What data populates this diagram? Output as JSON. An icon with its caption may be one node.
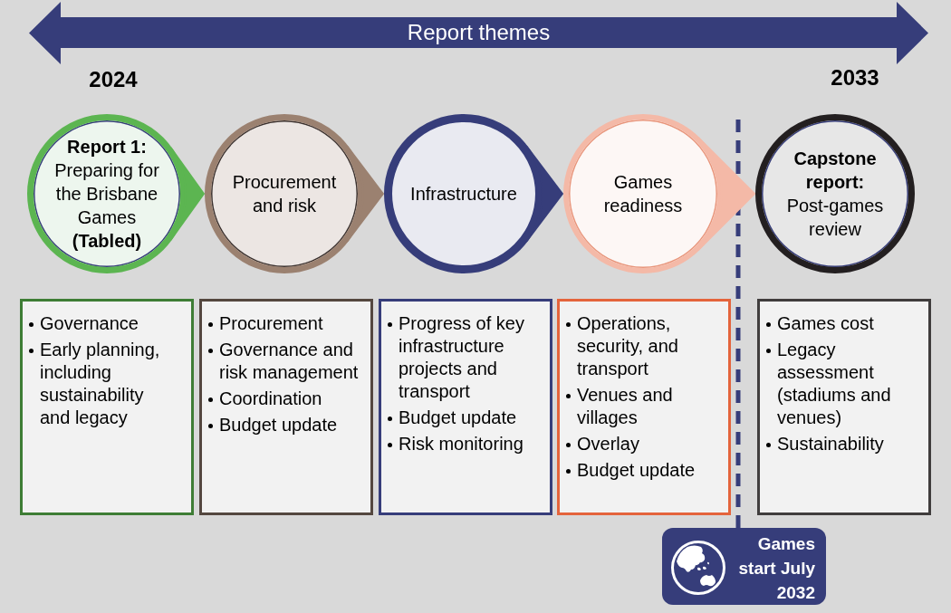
{
  "diagram": {
    "nodes": [
      {
        "text": [
          "Report themes"
        ]
      },
      {
        "text": [
          "Report 1:",
          "Preparing for the Brisbane Games",
          "(Tabled)"
        ]
      },
      {
        "text": [
          "Procurement and risk"
        ]
      },
      {
        "text": [
          "Infrastructure"
        ]
      },
      {
        "text": [
          "Games readiness"
        ]
      },
      {
        "text": [
          "Capstone report:",
          "Post-games review"
        ]
      },
      {
        "text": [
          "Governance",
          "Early planning, including sustainability and legacy"
        ]
      },
      {
        "text": [
          "Procurement",
          "Governance and risk management",
          "Coordination",
          "Budget update"
        ]
      },
      {
        "text": [
          "Progress of key infrastructure projects and transport",
          "Budget update",
          "Risk monitoring"
        ]
      },
      {
        "text": [
          "Operations, security, and transport",
          "Venues and villages",
          "Overlay",
          "Budget update"
        ]
      },
      {
        "text": [
          "Games cost",
          "Legacy assessment (stadiums and venues)",
          "Sustainability"
        ]
      },
      {
        "text": [
          "Games start July 2032"
        ]
      }
    ],
    "edges": [
      {
        "from": 1,
        "to": 2,
        "arrow": "to",
        "color": "#5cb551"
      },
      {
        "from": 2,
        "to": 3,
        "arrow": "to",
        "color": "#9b8170"
      },
      {
        "from": 3,
        "to": 4,
        "arrow": "to",
        "color": "#363d7a"
      },
      {
        "from": 4,
        "to": 5,
        "arrow": "to",
        "color": "#f4b9a7"
      },
      {
        "from": 11,
        "to": null,
        "arrow": "none",
        "style": "dashed",
        "color": "#363d7a"
      }
    ],
    "labels": [
      "2024",
      "2033"
    ]
  }
}
